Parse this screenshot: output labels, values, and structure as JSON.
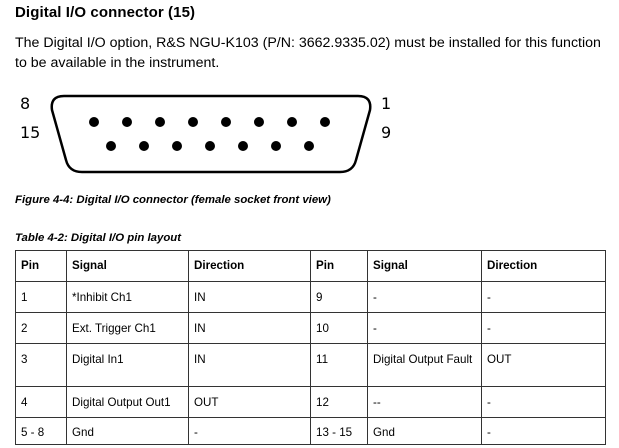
{
  "heading": "Digital I/O connector (15)",
  "intro": "The Digital I/O option, R&S NGU-K103 (P/N: 3662.9335.02) must be installed for this function to be available in the instrument.",
  "connector": {
    "labels": {
      "top_left": "8",
      "bottom_left": "15",
      "top_right": "1",
      "bottom_right": "9"
    },
    "top_row_pins": 8,
    "bottom_row_pins": 7
  },
  "figure_caption": "Figure 4-4: Digital I/O connector (female socket front view)",
  "table_caption": "Table 4-2: Digital I/O pin layout",
  "table": {
    "headers": [
      "Pin",
      "Signal",
      "Direction",
      "Pin",
      "Signal",
      "Direction"
    ],
    "rows": [
      [
        "1",
        "*Inhibit Ch1",
        "IN",
        "9",
        "-",
        "-"
      ],
      [
        "2",
        "Ext. Trigger Ch1",
        "IN",
        "10",
        "-",
        "-"
      ],
      [
        "3",
        "Digital In1",
        "IN",
        "11",
        "Digital Output Fault",
        "OUT"
      ],
      [
        "4",
        "Digital Output Out1",
        "OUT",
        "12",
        "--",
        "-"
      ],
      [
        "5 - 8",
        "Gnd",
        "-",
        "13 - 15",
        "Gnd",
        "-"
      ]
    ]
  }
}
